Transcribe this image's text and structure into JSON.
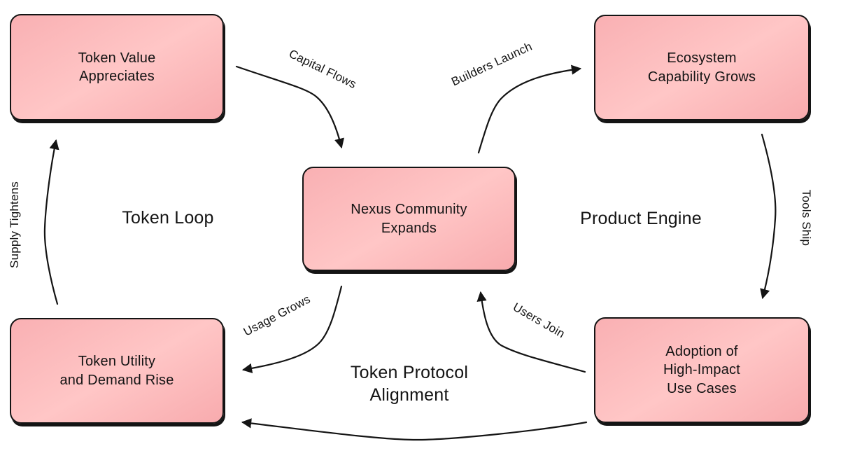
{
  "colors": {
    "background": "#ffffff",
    "node_fill": "#fcb8ba",
    "node_fill_highlight": "#ffc6c6",
    "node_border": "#141414",
    "arrow": "#141414",
    "text": "#141414"
  },
  "nodes": {
    "token_value": {
      "label": "Token Value\nAppreciates"
    },
    "ecosystem": {
      "label": "Ecosystem\nCapability Grows"
    },
    "nexus": {
      "label": "Nexus Community\nExpands"
    },
    "token_utility": {
      "label": "Token Utility\nand Demand Rise"
    },
    "adoption": {
      "label": "Adoption of\nHigh-Impact\nUse Cases"
    }
  },
  "edge_labels": {
    "capital_flows": "Capital Flows",
    "builders_launch": "Builders Launch",
    "tools_ship": "Tools Ship",
    "users_join": "Users Join",
    "usage_grows": "Usage Grows",
    "supply_tightens": "Supply Tightens"
  },
  "region_labels": {
    "token_loop": "Token Loop",
    "product_engine": "Product Engine",
    "protocol_alignment": "Token Protocol\nAlignment"
  }
}
